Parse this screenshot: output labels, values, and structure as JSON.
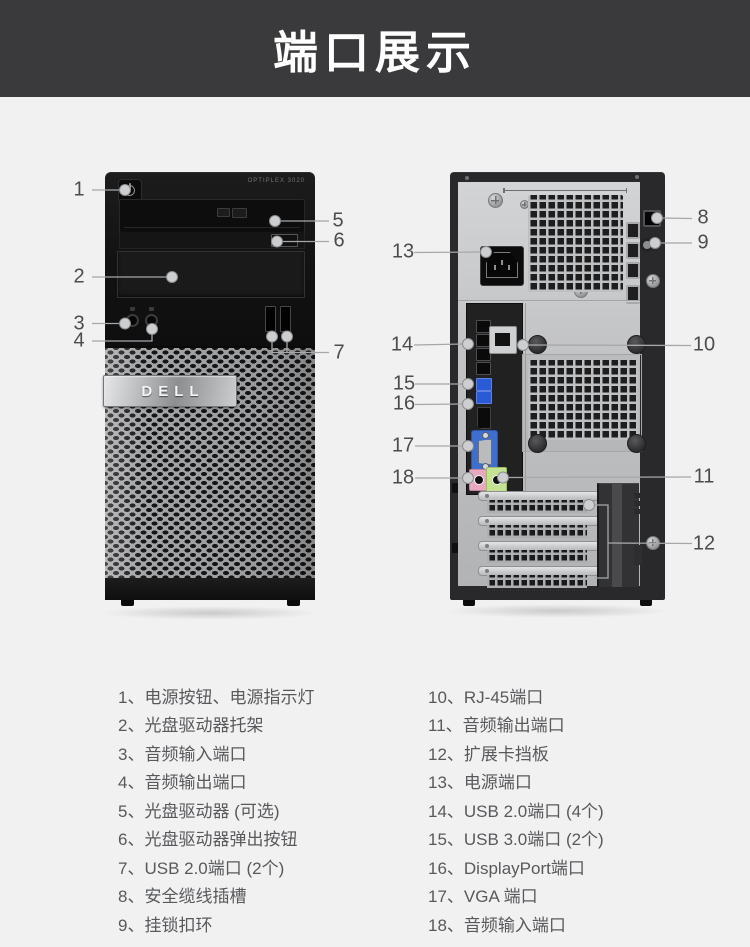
{
  "title": "端口展示",
  "front_view": {
    "model_label": "OPTIPLEX 3020",
    "brand_label": "DELL"
  },
  "callouts": {
    "c1": "1",
    "c2": "2",
    "c3": "3",
    "c4": "4",
    "c5": "5",
    "c6": "6",
    "c7": "7",
    "c8": "8",
    "c9": "9",
    "c10": "10",
    "c11": "11",
    "c12": "12",
    "c13": "13",
    "c14": "14",
    "c15": "15",
    "c16": "16",
    "c17": "17",
    "c18": "18"
  },
  "legend": {
    "left": [
      "1、电源按钮、电源指示灯",
      "2、光盘驱动器托架",
      "3、音频输入端口",
      "4、音频输出端口",
      "5、光盘驱动器 (可选)",
      "6、光盘驱动器弹出按钮",
      "7、USB 2.0端口 (2个)",
      "8、安全缆线插槽",
      "9、挂锁扣环"
    ],
    "right": [
      "10、RJ-45端口",
      "11、音频输出端口",
      "12、扩展卡挡板",
      "13、电源端口",
      "14、USB 2.0端口 (4个)",
      "15、USB 3.0端口 (2个)",
      "16、DisplayPort端口",
      "17、VGA 端口",
      "18、音频输入端口"
    ]
  },
  "colors": {
    "banner_bg": "#3a3a3c",
    "page_bg": "#f1f1f2",
    "vga_blue": "#3d6ed0",
    "usb3_blue": "#2a5bd7",
    "audio_in_pink": "#e8a9c0",
    "audio_out_green": "#c4e292"
  }
}
